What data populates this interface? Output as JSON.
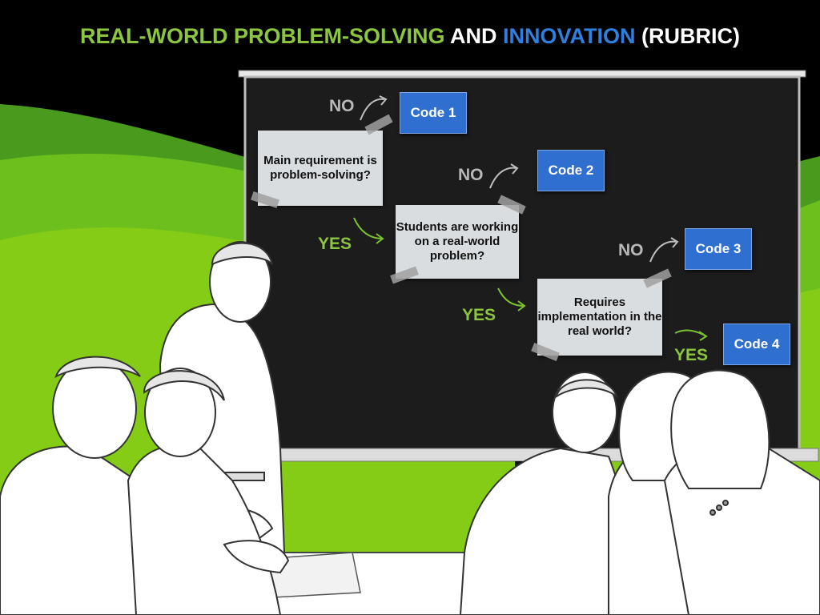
{
  "title": {
    "part1": "REAL-WORLD PROBLEM-SOLVING",
    "part2": "AND",
    "part3": "INNOVATION",
    "part4": "(RUBRIC)"
  },
  "colors": {
    "title_green": "#8cc63f",
    "title_blue": "#2f7fe0",
    "code_box": "#2f6fcf",
    "question_box": "#d9dde0",
    "yes_label": "#8cc63f",
    "no_label": "#b8b8b8",
    "board": "#1c1c1c"
  },
  "flow": {
    "q1": "Main requirement is problem-solving?",
    "q2": "Students are working on a real-world problem?",
    "q3": "Requires implementation in the real world?",
    "code1": "Code 1",
    "code2": "Code 2",
    "code3": "Code 3",
    "code4": "Code 4",
    "no1": "NO",
    "no2": "NO",
    "no3": "NO",
    "yes1": "YES",
    "yes2": "YES",
    "yes3": "YES"
  }
}
